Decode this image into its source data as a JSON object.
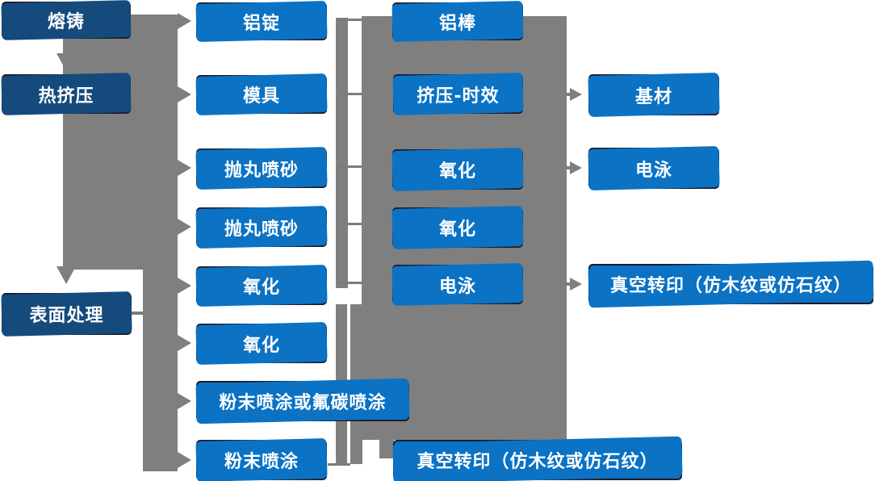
{
  "diagram_type": "flowchart",
  "colors": {
    "process_box_blue": "#0b72c4",
    "stage_box_navy": "#154a7c",
    "connector_gray": "#7f7f7f",
    "box_border": "#1b1b2a",
    "text": "#ffffff",
    "background": "#ffffff"
  },
  "nodes": {
    "rongzhu": "熔铸",
    "rejiya": "热挤压",
    "biaomianchuli": "表面处理",
    "lvding": "铝锭",
    "muju": "模具",
    "paowan1": "抛丸喷砂",
    "paowan2": "抛丸喷砂",
    "yanghua_c2_1": "氧化",
    "yanghua_c2_2": "氧化",
    "fenmo_or_futan": "粉末喷涂或氟碳喷涂",
    "fenmo": "粉末喷涂",
    "lvbang": "铝棒",
    "jiya_shixiao": "挤压-时效",
    "yanghua_c3_1": "氧化",
    "yanghua_c3_2": "氧化",
    "dianyong_c3": "电泳",
    "zhenkong_bottom": "真空转印（仿木纹或仿石纹）",
    "jicai": "基材",
    "dianyong_c4": "电泳",
    "zhenkong_right": "真空转印（仿木纹或仿石纹）"
  }
}
